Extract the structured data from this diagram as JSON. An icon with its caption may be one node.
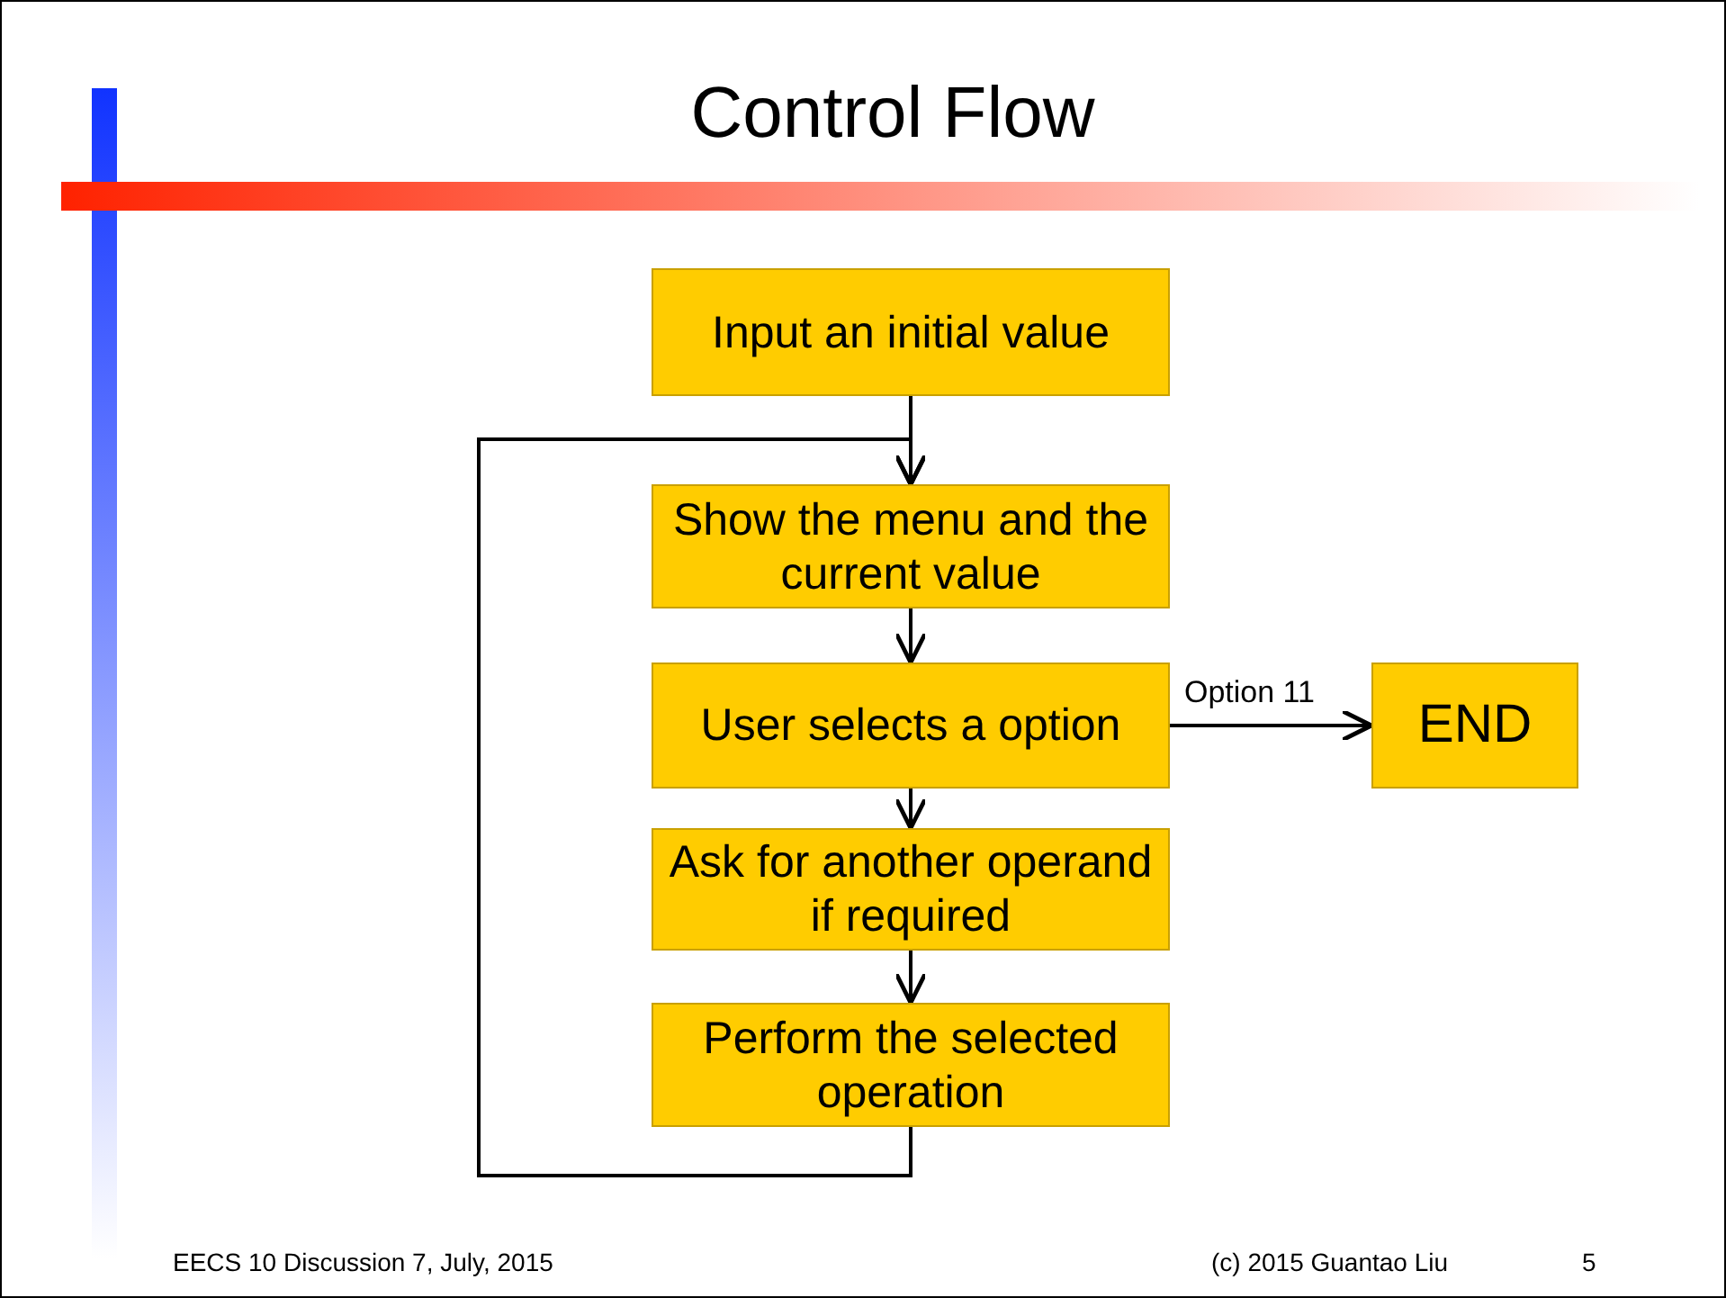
{
  "diagram": {
    "title": "Control Flow",
    "nodes": [
      {
        "text": [
          "Input an initial value"
        ]
      },
      {
        "text": [
          "Show the menu and the current value"
        ]
      },
      {
        "text": [
          "User selects a option"
        ]
      },
      {
        "text": [
          "END"
        ]
      },
      {
        "text": [
          "Ask for another operand if required"
        ]
      },
      {
        "text": [
          "Perform the selected operation"
        ]
      }
    ],
    "edges": [
      {
        "from": 0,
        "to": 1,
        "arrow": "to"
      },
      {
        "from": 5,
        "to": 1,
        "arrow": "to"
      },
      {
        "from": 1,
        "to": 2,
        "arrow": "to"
      },
      {
        "from": 2,
        "to": 3,
        "arrow": "to",
        "label": "Option 11"
      },
      {
        "from": 2,
        "to": 4,
        "arrow": "to"
      },
      {
        "from": 4,
        "to": 5,
        "arrow": "to"
      }
    ],
    "labels": [
      "EECS 10 Discussion 7, July, 2015",
      "(c) 2015 Guantao Liu",
      "5"
    ]
  }
}
